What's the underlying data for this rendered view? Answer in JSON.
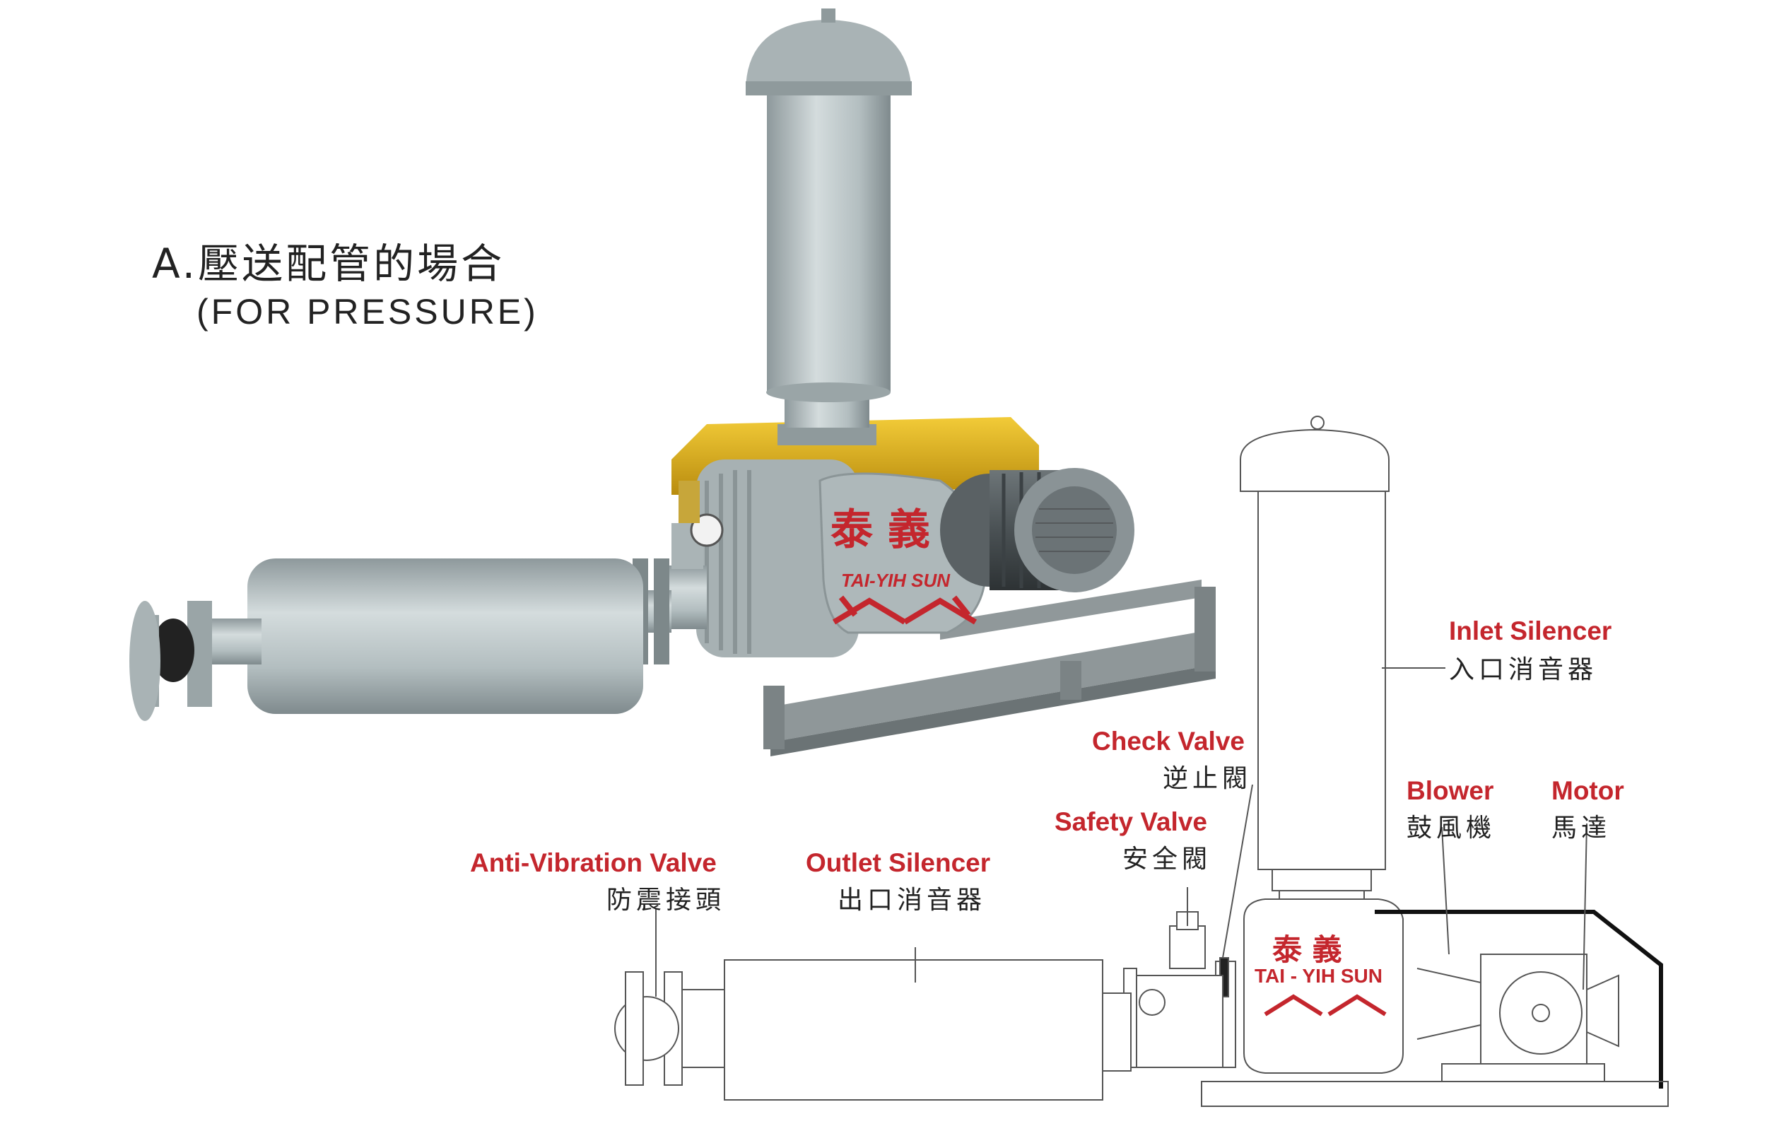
{
  "header": {
    "title_cn": "A.壓送配管的場合",
    "title_en": "(FOR PRESSURE)"
  },
  "brand": {
    "name_cn": "泰 義",
    "name_en": "TAI-YIH SUN",
    "name_en_drawing": "TAI - YIH SUN"
  },
  "labels": {
    "inlet_silencer": {
      "en": "Inlet Silencer",
      "cn": "入口消音器"
    },
    "check_valve": {
      "en": "Check Valve",
      "cn": "逆止閥"
    },
    "safety_valve": {
      "en": "Safety Valve",
      "cn": "安全閥"
    },
    "blower": {
      "en": "Blower",
      "cn": "鼓風機"
    },
    "motor": {
      "en": "Motor",
      "cn": "馬達"
    },
    "anti_vibration_valve": {
      "en": "Anti-Vibration Valve",
      "cn": "防震接頭"
    },
    "outlet_silencer": {
      "en": "Outlet Silencer",
      "cn": "出口消音器"
    }
  },
  "colors": {
    "label_red": "#c4262d",
    "machine_gray": "#b9c3c5",
    "belt_guard_yellow": "#e8b820",
    "line_drawing": "#555555"
  }
}
